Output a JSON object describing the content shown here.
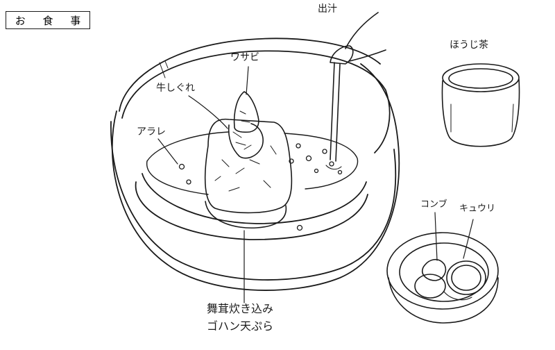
{
  "title": "お 食 事",
  "labels": {
    "dashi": "出汁",
    "tea": "ほうじ茶",
    "wasabi": "ワサビ",
    "beef": "牛しぐれ",
    "arare": "アラレ",
    "kombu": "コンブ",
    "cucumber": "キュウリ",
    "rice_line1": "舞茸炊き込み",
    "rice_line2": "ゴハン天ぷら"
  },
  "colors": {
    "ink": "#1a1a1a",
    "paper": "#ffffff"
  }
}
